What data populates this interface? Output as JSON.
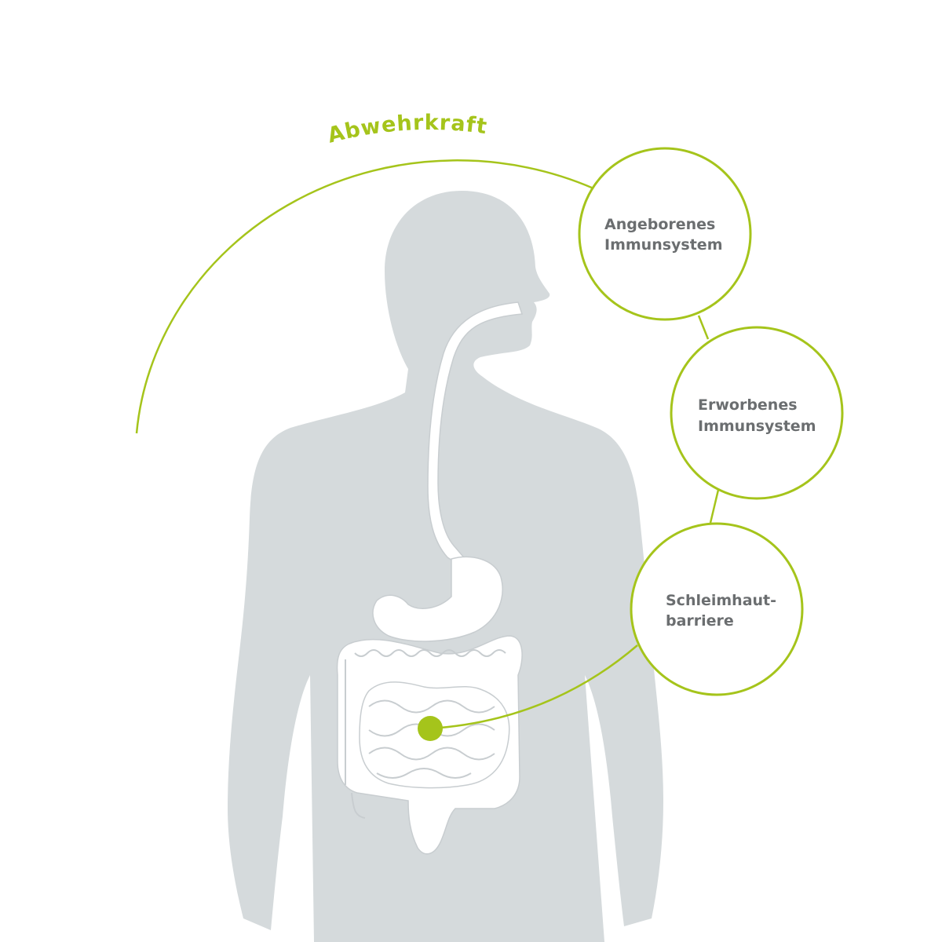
{
  "colors": {
    "accent": "#a5c41b",
    "silhouette": "#d5dadc",
    "organs": "#ffffff",
    "organ_outline": "#c8cdd0",
    "label_text": "#6b6e70"
  },
  "arc": {
    "label": "Abwehrkraft"
  },
  "nodes": [
    {
      "line1": "Angeborenes",
      "line2": "Immunsystem"
    },
    {
      "line1": "Erworbenes",
      "line2": "Immunsystem"
    },
    {
      "line1": "Schleimhaut-",
      "line2": "barriere"
    }
  ]
}
